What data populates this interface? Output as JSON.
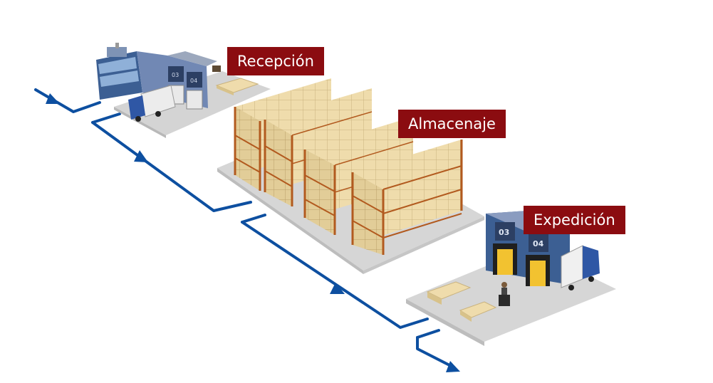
{
  "stages": {
    "reception": {
      "label": "Recepción"
    },
    "storage": {
      "label": "Almacenaje"
    },
    "dispatch": {
      "label": "Expedición"
    }
  },
  "dock_numbers": {
    "left": "03",
    "right": "04"
  },
  "colors": {
    "label_bg": "#8b0c10",
    "label_text": "#ffffff",
    "flow_line": "#0d4fa0",
    "floor": "#d6d6d6",
    "rack_frame": "#b25a1f",
    "box": "#efdcac",
    "building_blue": "#3c5f93"
  }
}
